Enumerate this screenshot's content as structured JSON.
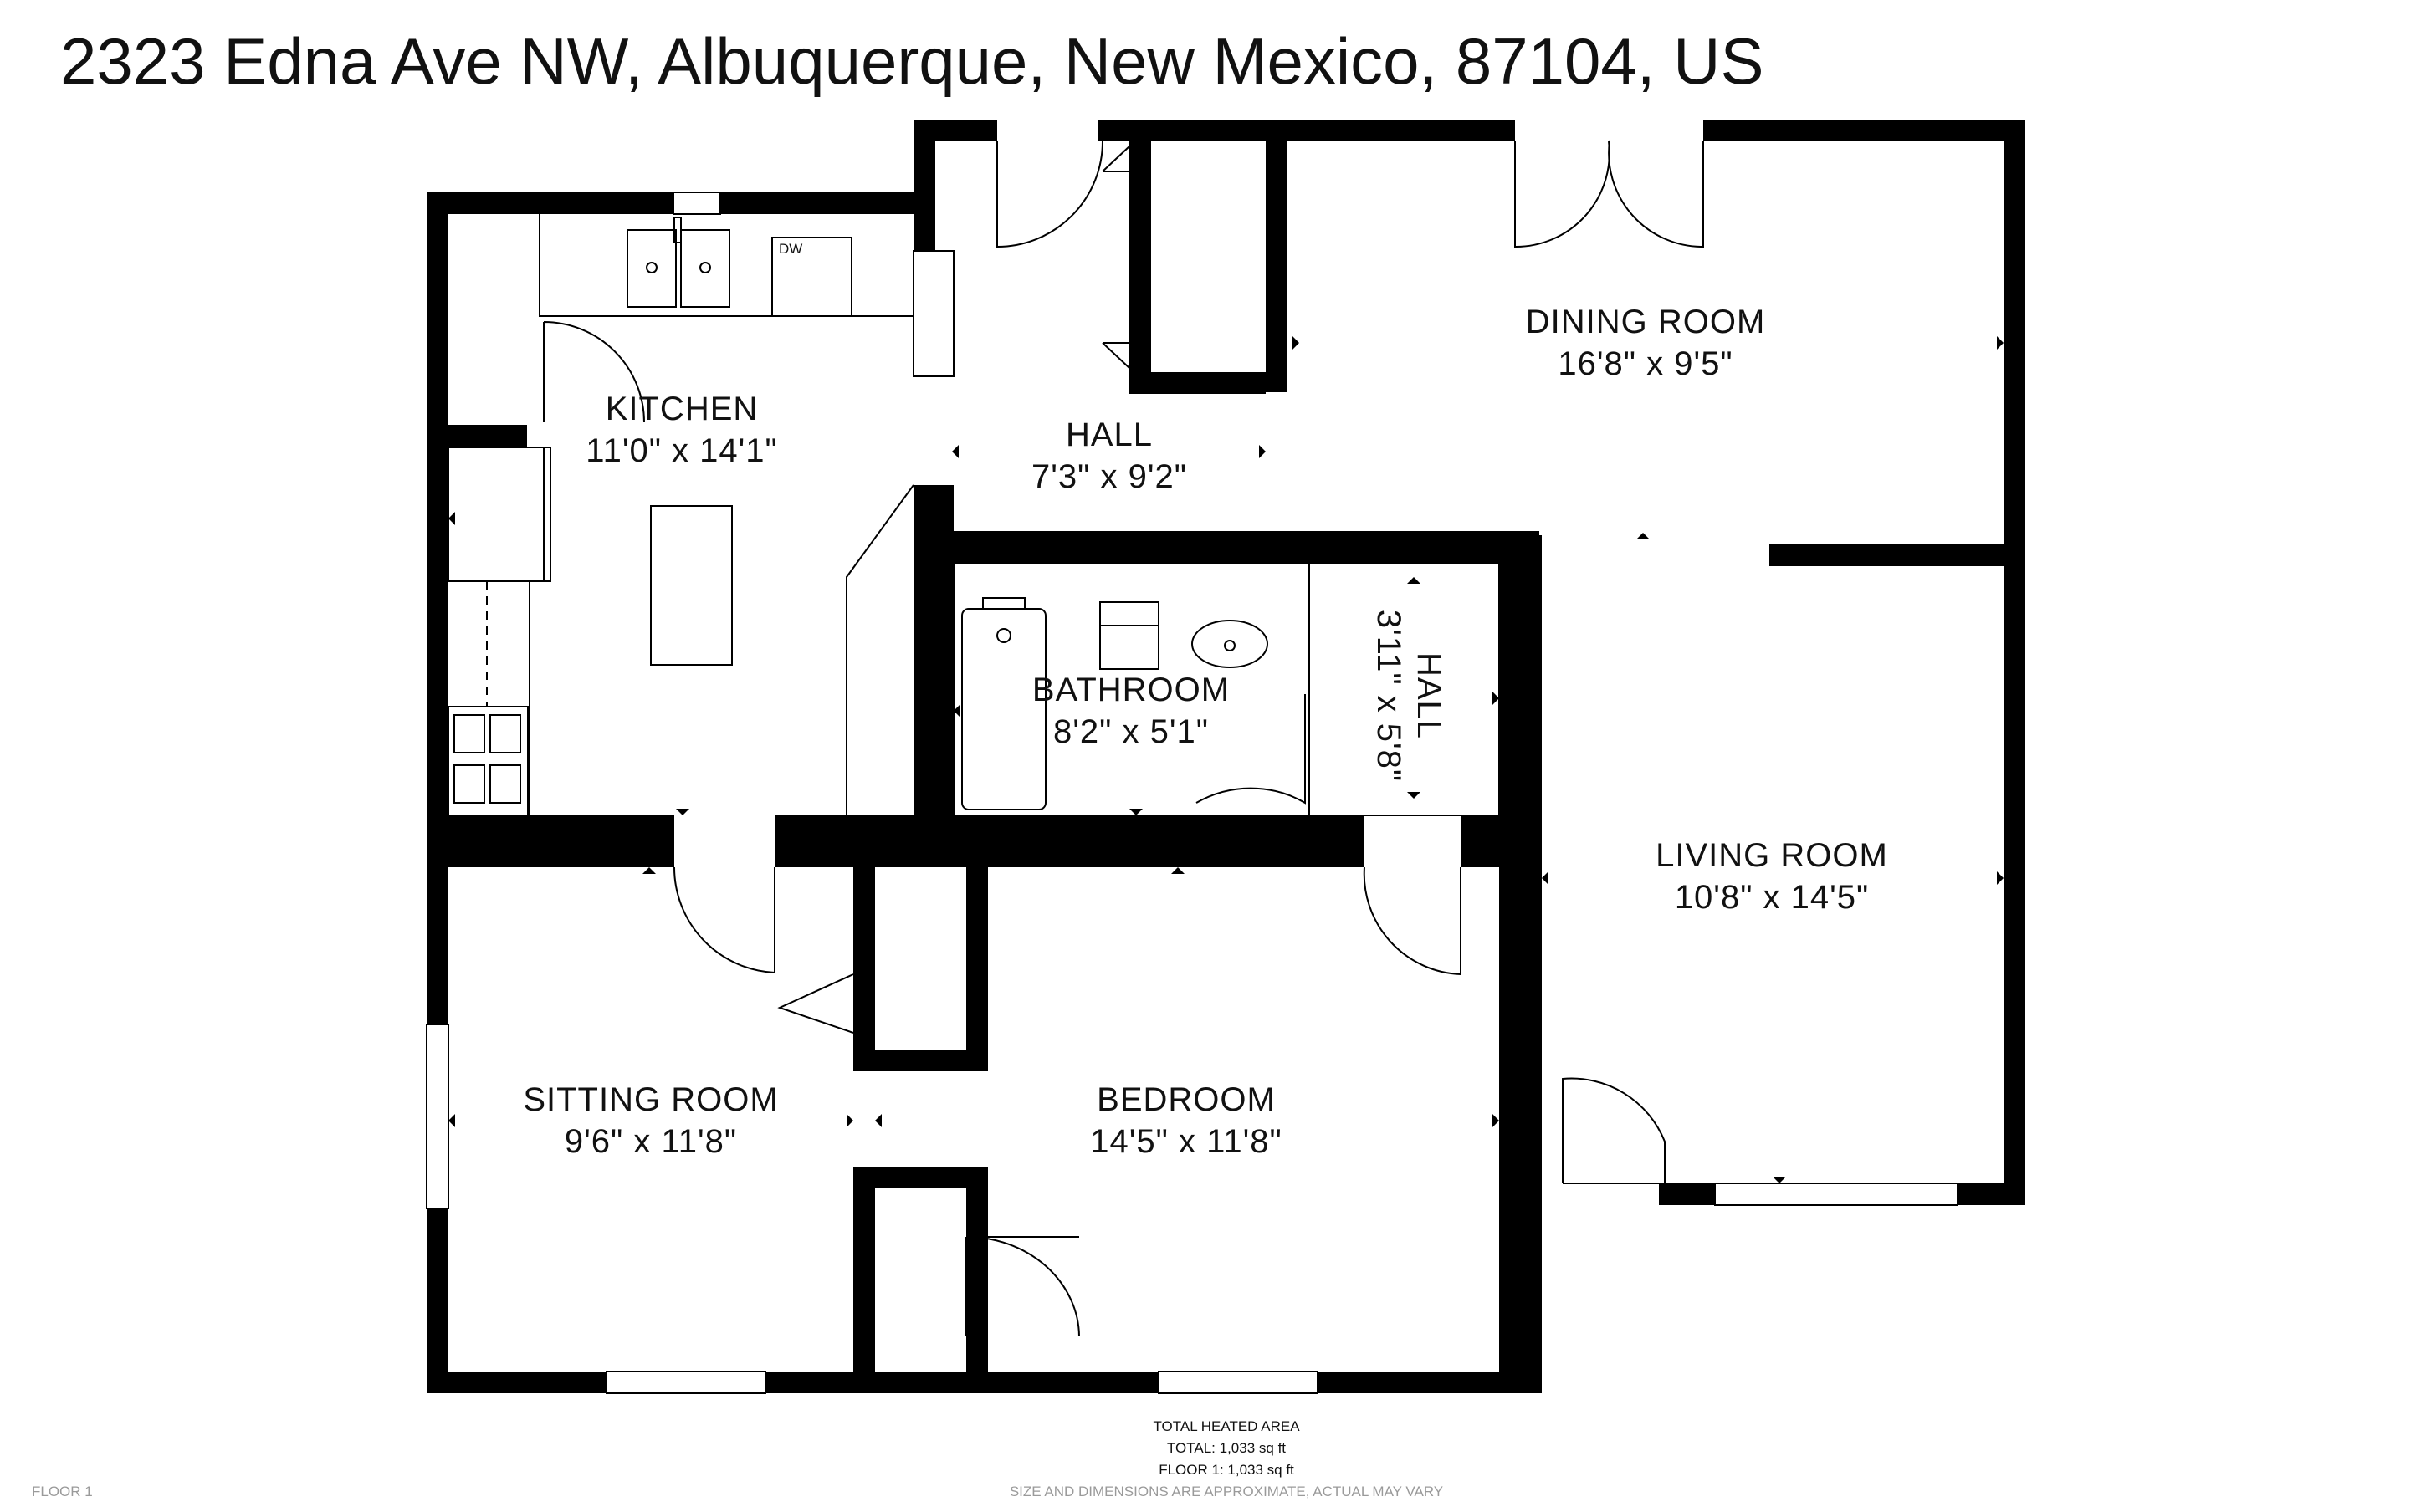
{
  "address": "2323 Edna Ave NW, Albuquerque, New Mexico, 87104, US",
  "rooms": {
    "kitchen": {
      "name": "KITCHEN",
      "dims": "11'0\" x 14'1\""
    },
    "hall_main": {
      "name": "HALL",
      "dims": "7'3\" x 9'2\""
    },
    "dining_room": {
      "name": "DINING ROOM",
      "dims": "16'8\" x 9'5\""
    },
    "bathroom": {
      "name": "BATHROOM",
      "dims": "8'2\" x 5'1\""
    },
    "hall_small": {
      "name": "HALL",
      "dims": "3'11\" x 5'8\""
    },
    "living_room": {
      "name": "LIVING ROOM",
      "dims": "10'8\" x 14'5\""
    },
    "sitting_room": {
      "name": "SITTING ROOM",
      "dims": "9'6\" x 11'8\""
    },
    "bedroom": {
      "name": "BEDROOM",
      "dims": "14'5\" x 11'8\""
    }
  },
  "fixtures": {
    "dishwasher": "DW"
  },
  "area": {
    "heading": "TOTAL HEATED AREA",
    "total": "TOTAL: 1,033 sq ft",
    "floor1": "FLOOR 1: 1,033 sq ft"
  },
  "floor_label": "FLOOR 1",
  "disclaimer": "SIZE AND DIMENSIONS ARE APPROXIMATE, ACTUAL MAY VARY"
}
